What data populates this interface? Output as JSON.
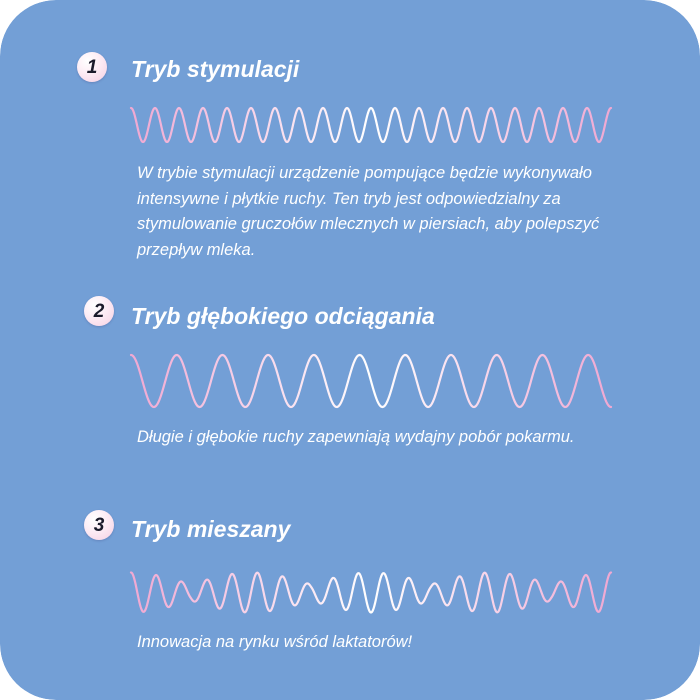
{
  "colors": {
    "background": "#739fd6",
    "wave_start": "#f0a8d2",
    "wave_end": "#ffffff",
    "badge": "#f6cfe2"
  },
  "modes": [
    {
      "number": "1",
      "title": "Tryb stymulacji",
      "wave": "short-fast-waves",
      "description": "W trybie stymulacji urządzenie pompujące będzie wykonywało intensywne i płytkie ruchy. Ten tryb jest odpowiedzialny za stymulowanie gruczołów mlecznych w piersiach, aby polepszyć przepływ mleka."
    },
    {
      "number": "2",
      "title": "Tryb głębokiego odciągania",
      "wave": "long-deep-waves",
      "description": "Długie i głębokie ruchy zapewniają wydajny pobór pokarmu."
    },
    {
      "number": "3",
      "title": "Tryb mieszany",
      "wave": "mixed-waves",
      "description": "Innowacja na rynku wśród laktatorów!"
    }
  ]
}
